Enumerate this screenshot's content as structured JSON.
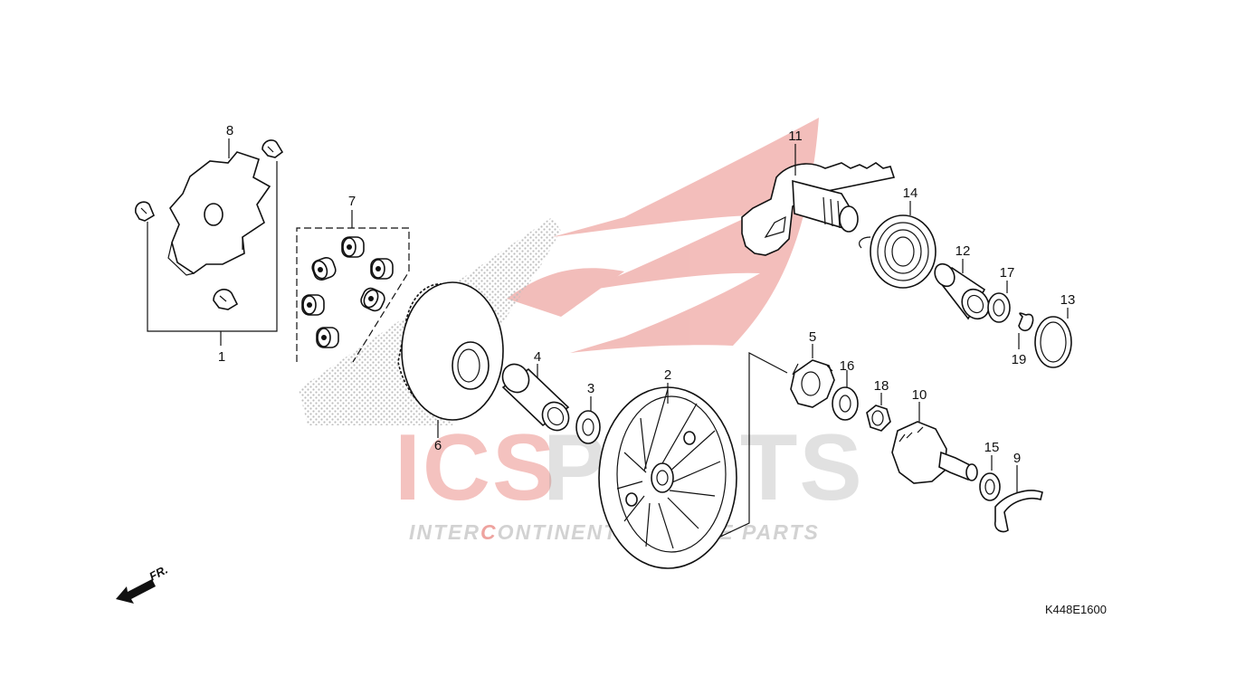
{
  "diagram_code": "K448E1600",
  "direction_label": "FR.",
  "watermark": {
    "brand_red": "ICS",
    "brand_gray": "PARTS",
    "tagline_part1": "INTER",
    "tagline_part2": "C",
    "tagline_part3": "ONTINENTAL SPARE PARTS",
    "colors": {
      "red": "#d9342b",
      "gray": "#9c9c9c"
    }
  },
  "callouts": {
    "c1": "1",
    "c2": "2",
    "c3": "3",
    "c4": "4",
    "c5": "5",
    "c6": "6",
    "c7": "7",
    "c8": "8",
    "c9": "9",
    "c10": "10",
    "c11": "11",
    "c12": "12",
    "c13": "13",
    "c14": "14",
    "c15": "15",
    "c16": "16",
    "c17": "17",
    "c18": "18",
    "c19": "19"
  }
}
